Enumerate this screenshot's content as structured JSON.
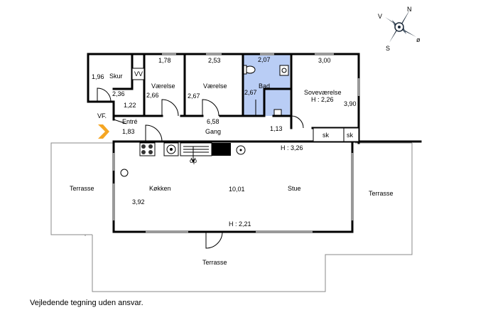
{
  "compass": {
    "n": "N",
    "s": "S",
    "v": "V",
    "o": "ø"
  },
  "rooms": {
    "skur": "Skur",
    "vaerelse1": "Værelse",
    "vaerelse2": "Værelse",
    "bad": "Bad",
    "sovevaerelse": "Soveværelse",
    "sov_height": "H : 2,26",
    "entre": "Entré",
    "vf": "VF.",
    "gang": "Gang",
    "koekken": "Køkken",
    "stue": "Stue",
    "op": "op",
    "sk1": "sk",
    "sk2": "sk",
    "vv": "VV",
    "h326": "H : 3,26",
    "h221": "H : 2,21"
  },
  "terraces": {
    "left": "Terrasse",
    "right": "Terrasse",
    "bottom": "Terrasse"
  },
  "dimensions": {
    "skur_w": "1,96",
    "skur_h": "2,36",
    "v1_w": "1,78",
    "v1_h": "2,66",
    "v2_w": "2,53",
    "v2_h": "2,67",
    "bad_w": "2,07",
    "bad_h": "2,67",
    "sov_w": "3,00",
    "sov_h": "3,90",
    "entre_w": "1,22",
    "entre_h": "1,83",
    "gang_w": "6,58",
    "gang_h": "1,13",
    "stue_w": "10,01",
    "koek_h": "3,92"
  },
  "footer": "Vejledende tegning uden ansvar.",
  "colors": {
    "bad_fill": "#b9cdf5",
    "entre_arrow": "#f5a623",
    "compass": "#1c2a3a"
  }
}
